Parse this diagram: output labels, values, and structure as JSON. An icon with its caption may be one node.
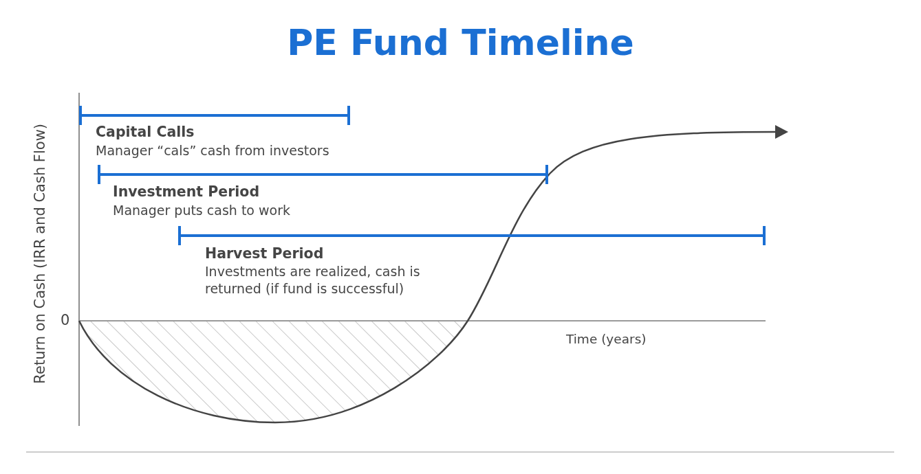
{
  "diagram": {
    "title": "PE Fund Timeline",
    "labels": [
      "Capital Calls",
      "Manager “cals” cash from investors",
      "Investment Period",
      "Manager puts cash to work",
      "Harvest Period",
      "Investments are realized, cash is returned (if fund is successful)",
      "Return on Cash (IRR and Cash Flow)",
      "0",
      "Time (years)"
    ]
  }
}
